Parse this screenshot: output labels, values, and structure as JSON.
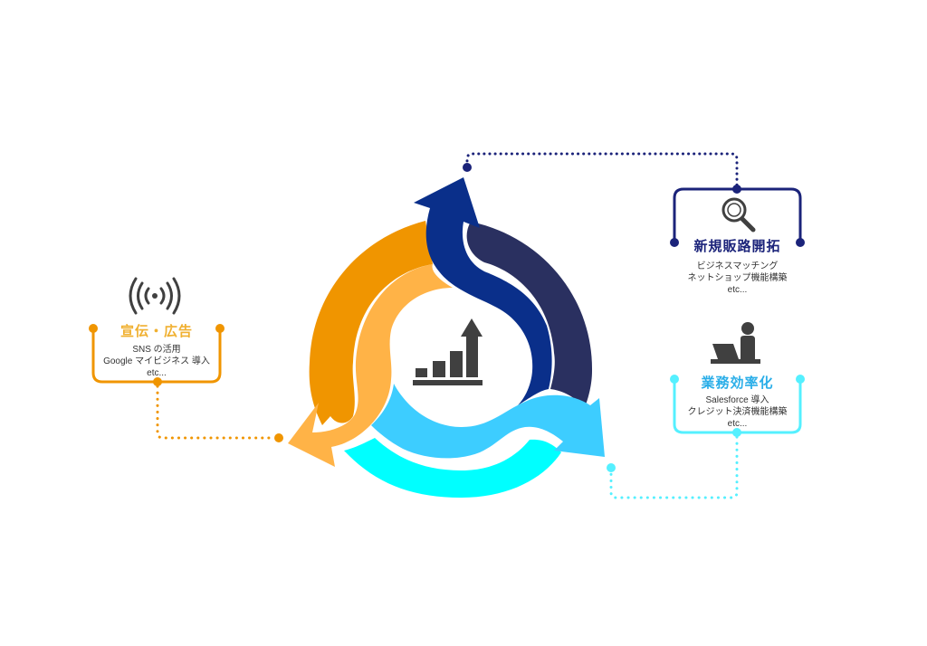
{
  "colors": {
    "orange": "#f09500",
    "orange_light": "#ffb347",
    "navy": "#1b237a",
    "navy_dark": "#2a3060",
    "blue": "#0a2f8a",
    "cyan": "#00ffff",
    "sky": "#3dcdff",
    "cyan_line": "#55f0ff",
    "icon_gray": "#404040"
  },
  "center": {
    "icon": "growth-chart-icon"
  },
  "segments": [
    {
      "id": "advertising",
      "icon": "broadcast-signal-icon",
      "title": "宣伝・広告",
      "lines": [
        "SNS の活用",
        "Google マイビジネス 導入",
        "etc..."
      ]
    },
    {
      "id": "new-channels",
      "icon": "search-icon",
      "title": "新規販路開拓",
      "lines": [
        "ビジネスマッチング",
        "ネットショップ機能構築",
        "etc..."
      ]
    },
    {
      "id": "efficiency",
      "icon": "person-laptop-icon",
      "title": "業務効率化",
      "lines": [
        "Salesforce 導入",
        "クレジット決済機能構築",
        "etc..."
      ]
    }
  ]
}
